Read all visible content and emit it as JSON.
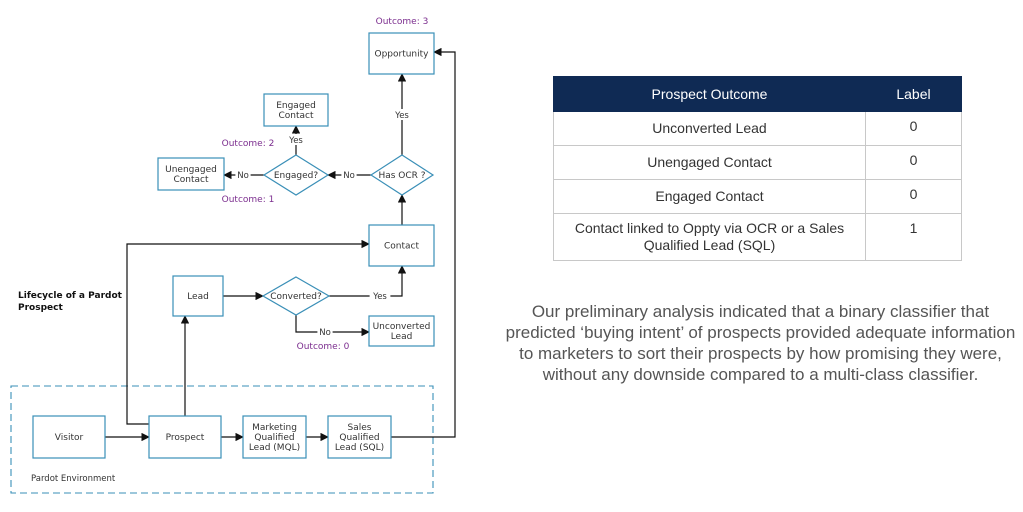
{
  "diagram": {
    "nodes": [
      {
        "id": "visitor",
        "lines": [
          "Visitor"
        ]
      },
      {
        "id": "prospect",
        "lines": [
          "Prospect"
        ]
      },
      {
        "id": "mql",
        "lines": [
          "Marketing",
          "Qualified",
          "Lead (MQL)"
        ]
      },
      {
        "id": "sql",
        "lines": [
          "Sales",
          "Qualified",
          "Lead (SQL)"
        ]
      },
      {
        "id": "lead",
        "lines": [
          "Lead"
        ]
      },
      {
        "id": "converted",
        "lines": [
          "Converted?"
        ]
      },
      {
        "id": "unconverted-lead",
        "lines": [
          "Unconverted",
          "Lead"
        ]
      },
      {
        "id": "contact",
        "lines": [
          "Contact"
        ]
      },
      {
        "id": "has-ocr",
        "lines": [
          "Has OCR ?"
        ]
      },
      {
        "id": "engaged",
        "lines": [
          "Engaged?"
        ]
      },
      {
        "id": "unengaged-contact",
        "lines": [
          "Unengaged",
          "Contact"
        ]
      },
      {
        "id": "engaged-contact",
        "lines": [
          "Engaged",
          "Contact"
        ]
      },
      {
        "id": "opportunity",
        "lines": [
          "Opportunity"
        ]
      }
    ],
    "edges": [
      {
        "id": "visitor-prospect",
        "label": ""
      },
      {
        "id": "prospect-mql",
        "label": ""
      },
      {
        "id": "mql-sql",
        "label": ""
      },
      {
        "id": "prospect-lead",
        "label": ""
      },
      {
        "id": "prospect-contact",
        "label": ""
      },
      {
        "id": "lead-converted",
        "label": ""
      },
      {
        "id": "converted-no",
        "label": "No"
      },
      {
        "id": "converted-yes",
        "label": "Yes"
      },
      {
        "id": "contact-hasocr",
        "label": ""
      },
      {
        "id": "hasocr-no",
        "label": "No"
      },
      {
        "id": "hasocr-yes",
        "label": "Yes"
      },
      {
        "id": "engaged-no",
        "label": "No"
      },
      {
        "id": "engaged-yes",
        "label": "Yes"
      },
      {
        "id": "sql-opportunity",
        "label": ""
      }
    ],
    "outcomes": [
      {
        "id": "outcome-3",
        "text": "Outcome: 3"
      },
      {
        "id": "outcome-2",
        "text": "Outcome: 2"
      },
      {
        "id": "outcome-1",
        "text": "Outcome: 1"
      },
      {
        "id": "outcome-0",
        "text": "Outcome: 0"
      }
    ],
    "environment_label": "Pardot Environment",
    "lifecycle_title": [
      "Lifecycle of a Pardot",
      "Prospect"
    ]
  },
  "table": {
    "headers": [
      "Prospect Outcome",
      "Label"
    ],
    "rows": [
      {
        "outcome": "Unconverted Lead",
        "label": "0"
      },
      {
        "outcome": "Unengaged Contact",
        "label": "0"
      },
      {
        "outcome": "Engaged Contact",
        "label": "0"
      },
      {
        "outcome": "Contact linked to Oppty via OCR or a Sales Qualified Lead (SQL)",
        "label": "1"
      }
    ]
  },
  "summary": "Our preliminary analysis indicated that a binary classifier that predicted ‘buying intent’ of prospects provided adequate information to marketers to sort their prospects by how promising they were, without any downside compared to a multi-class classifier."
}
